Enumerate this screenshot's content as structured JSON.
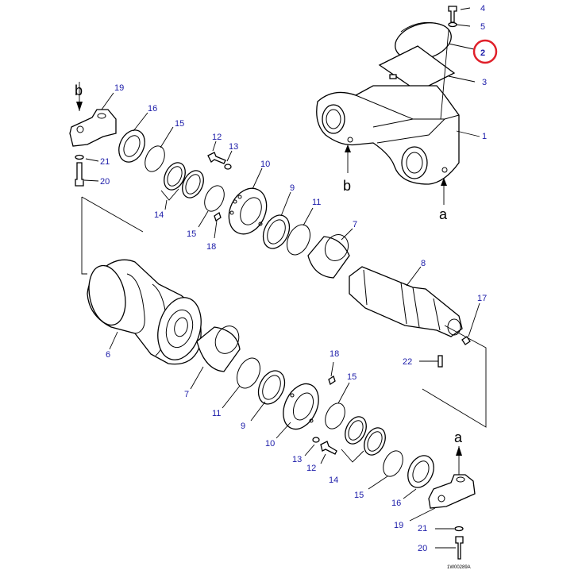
{
  "diagram": {
    "drawing_code": "1W00289A",
    "highlighted_callout": "2",
    "highlight_color": "#e0202a",
    "label_color": "#1a1aa8",
    "reference_marks": [
      "a",
      "b"
    ],
    "callouts": [
      "1",
      "2",
      "3",
      "4",
      "5",
      "6",
      "7",
      "8",
      "9",
      "10",
      "11",
      "12",
      "13",
      "14",
      "15",
      "16",
      "17",
      "18",
      "19",
      "20",
      "21",
      "22"
    ]
  }
}
